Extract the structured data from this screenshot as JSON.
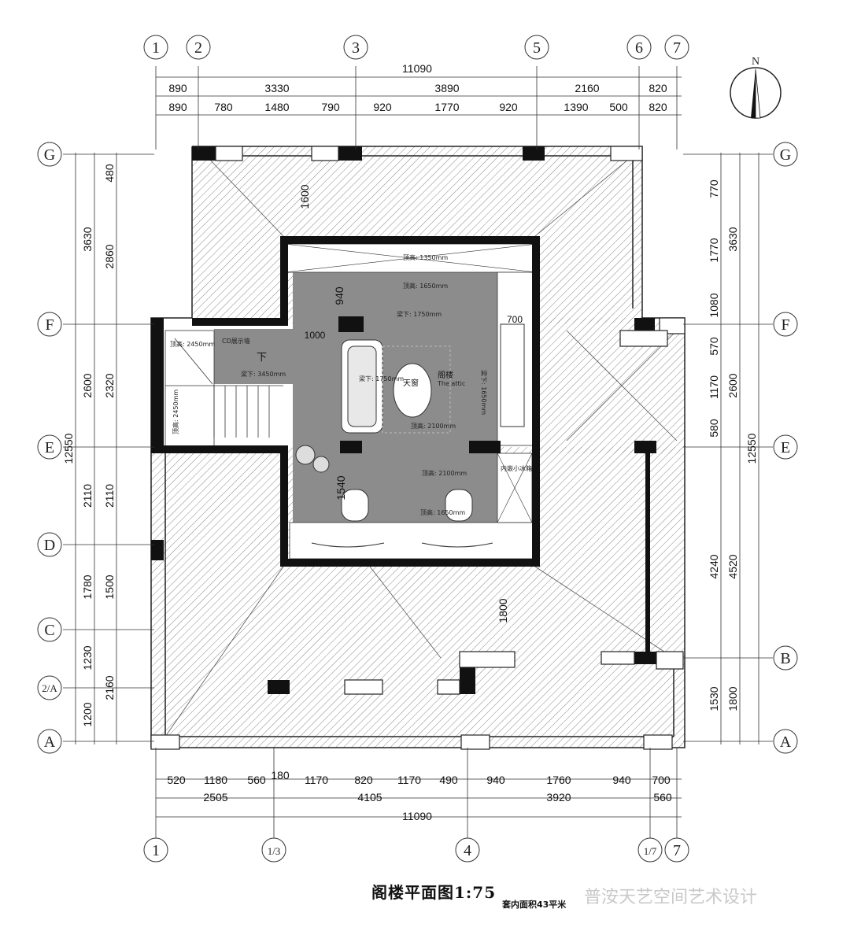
{
  "title": "阁楼平面图1:75",
  "area_note": "套内面积43平米",
  "watermark": "普洝天艺空间艺术设计",
  "north": "N",
  "grid_top": [
    "1",
    "2",
    "3",
    "5",
    "6",
    "7"
  ],
  "grid_bottom": [
    "1",
    "1/3",
    "4",
    "1/7",
    "7"
  ],
  "grid_left": [
    "G",
    "F",
    "E",
    "D",
    "C",
    "2/A",
    "A"
  ],
  "grid_right": [
    "G",
    "F",
    "E",
    "B",
    "A"
  ],
  "dims_top_total": "11090",
  "dims_top_row1": [
    "890",
    "3330",
    "3890",
    "2160",
    "820"
  ],
  "dims_top_row2": [
    "890",
    "780",
    "1480",
    "790",
    "920",
    "1770",
    "920",
    "1390",
    "500",
    "820"
  ],
  "dims_bottom_row1": [
    "520",
    "1180",
    "560",
    "180",
    "1170",
    "820",
    "1170",
    "490",
    "940",
    "1760",
    "940",
    "700"
  ],
  "dims_bottom_row2": [
    "2505",
    "4105",
    "3920",
    "560"
  ],
  "dims_bottom_total": "11090",
  "dims_left_total": "12550",
  "dims_left_outer": [
    "3630",
    "2600",
    "2110",
    "1780",
    "1230",
    "1200"
  ],
  "dims_left_inner": [
    "480",
    "2860",
    "2320",
    "2110",
    "1500",
    "2160"
  ],
  "dims_right_total": "12550",
  "dims_right_outer": [
    "3630",
    "2600",
    "4520",
    "1800"
  ],
  "dims_right_inner": [
    "770",
    "1770",
    "1080",
    "570",
    "1170",
    "580",
    "4240",
    "1530"
  ],
  "interior_dims": [
    "1600",
    "940",
    "1000",
    "700",
    "1540",
    "1800"
  ],
  "notes": {
    "ceiling_1350": "顶高: 1350mm",
    "ceiling_1650_top": "顶高: 1650mm",
    "beam_1750_top": "梁下: 1750mm",
    "beam_1750_mid": "梁下: 1750mm",
    "ceiling_2450": "顶高: 2450mm",
    "cd_wall": "CD展示墙",
    "down": "下",
    "beam_3450": "梁下: 3450mm",
    "ceiling_2450_side": "顶高: 2450mm",
    "ceiling_2100_mid": "顶高: 2100mm",
    "ceiling_2100_low": "顶高: 2100mm",
    "ceiling_1650_low": "顶高: 1650mm",
    "beam_side": "梁下: 1650mm",
    "attic_cn": "阁楼",
    "attic_en": "The attic",
    "skylight": "天窗",
    "fridge": "内嵌小冰箱"
  }
}
